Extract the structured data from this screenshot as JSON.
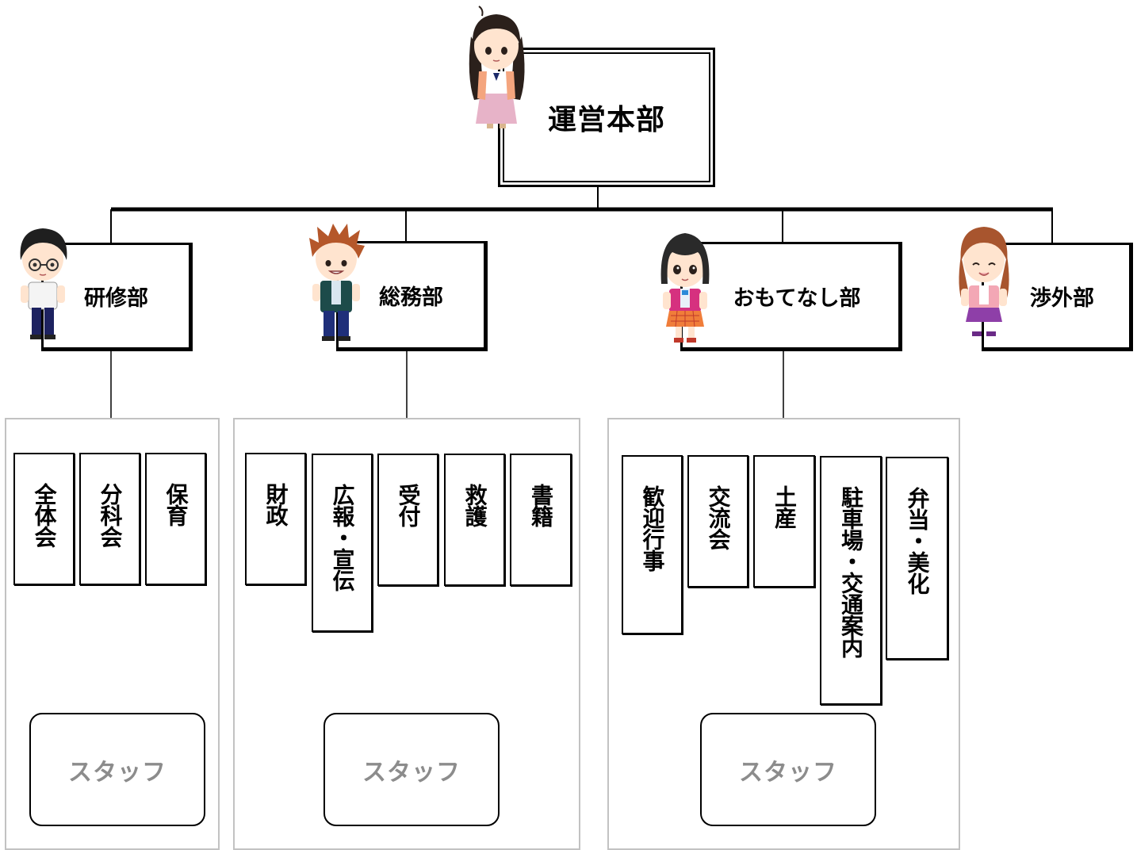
{
  "hq": {
    "label": "運営本部"
  },
  "departments": [
    {
      "label": "研修部"
    },
    {
      "label": "総務部"
    },
    {
      "label": "おもてなし部"
    },
    {
      "label": "渉外部"
    }
  ],
  "groups": [
    {
      "sections": [
        "全体会",
        "分科会",
        "保育"
      ],
      "staff": "スタッフ"
    },
    {
      "sections": [
        "財政",
        "広報・宣伝",
        "受付",
        "救護",
        "書籍"
      ],
      "staff": "スタッフ"
    },
    {
      "sections": [
        "歓迎行事",
        "交流会",
        "土産",
        "駐車場・交通案内",
        "弁当・美化"
      ],
      "staff": "スタッフ"
    }
  ],
  "colors": {
    "line": "#000000",
    "panel_border": "#c2c2c2",
    "staff_text": "#8c8c8c"
  },
  "icons": [
    "chibi-hq-girl-icon",
    "chibi-glasses-boy-icon",
    "chibi-spiky-boy-icon",
    "chibi-bob-girl-icon",
    "chibi-smiling-girl-icon"
  ]
}
